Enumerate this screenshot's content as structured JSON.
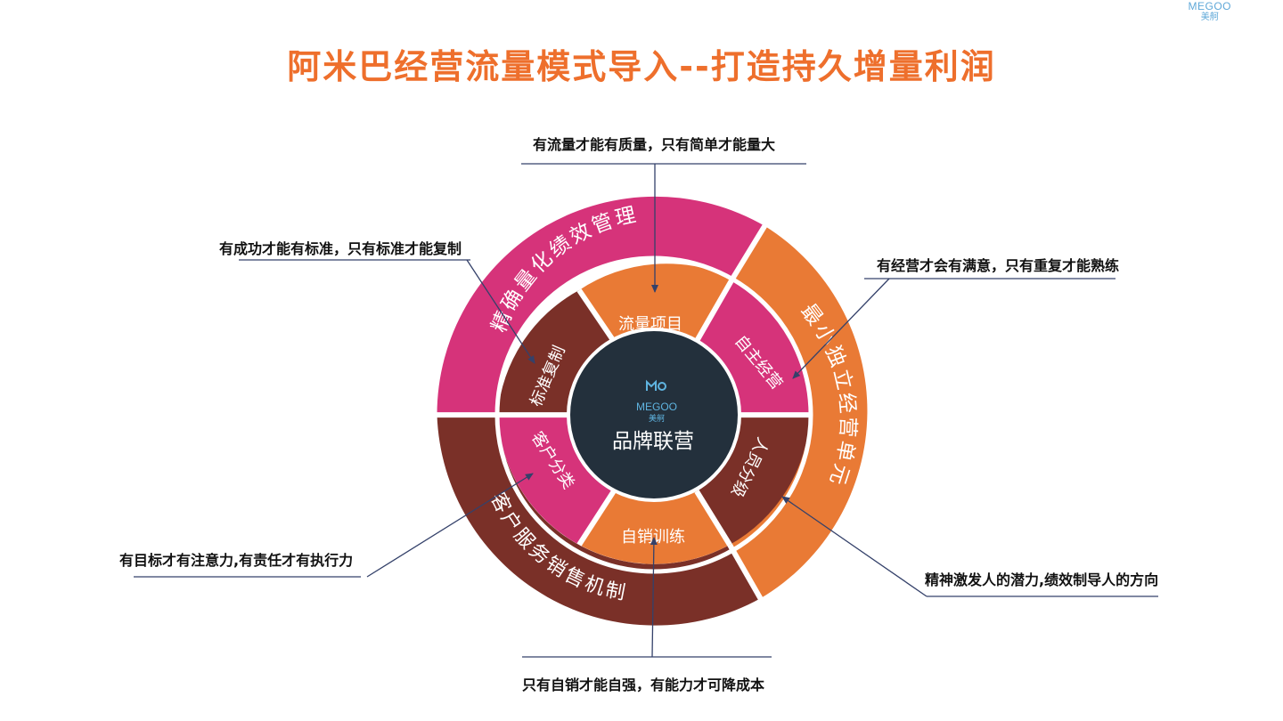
{
  "logo": {
    "en": "MEGOO",
    "cn": "美舸"
  },
  "title": "阿米巴经营流量模式导入--打造持久增量利润",
  "center": {
    "logo_en": "MEGOO",
    "logo_cn": "美舸",
    "label": "品牌联营"
  },
  "outer_ring": {
    "top_left": "精确量化绩效管理",
    "right": "最小独立经营单元",
    "bottom_left": "客户服务销售机制"
  },
  "inner_ring": {
    "top": "流量项目",
    "top_right": "自主经营",
    "bottom_right": "人员分级",
    "bottom": "自销训练",
    "bottom_left": "客户分类",
    "top_left": "标准复制"
  },
  "annotations": {
    "top": "有流量才能有质量，只有简单才能量大",
    "top_left": "有成功才能有标准，只有标准才能复制",
    "right": "有经营才会有满意，只有重复才能熟练",
    "bottom_left": "有目标才有注意力,有责任才有执行力",
    "bottom_right": "精神激发人的潜力,绩效制导人的方向",
    "bottom": "只有自销才能自强，有能力才可降成本"
  },
  "colors": {
    "magenta": "#d6337a",
    "orange": "#e97a35",
    "brown": "#7a3028",
    "center": "#23303c",
    "title": "#ee6f2c",
    "arrow": "#34416a"
  }
}
